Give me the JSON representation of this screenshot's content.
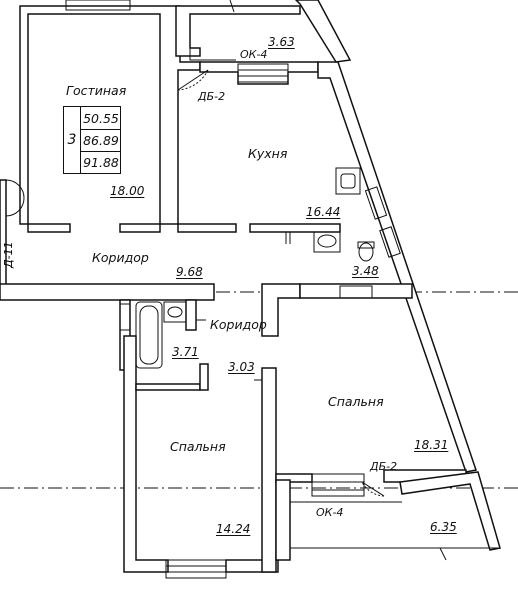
{
  "rooms": {
    "living_room": {
      "name": "Гостиная",
      "area": "18.00"
    },
    "kitchen": {
      "name": "Кухня",
      "area": "16.44"
    },
    "corridor_main": {
      "name": "Коридор",
      "area": "9.68"
    },
    "corridor_small": {
      "name": "Коридор"
    },
    "bathroom": {
      "area": "3.48"
    },
    "wc": {
      "area": "3.71"
    },
    "closet": {
      "area": "3.03"
    },
    "bedroom_1": {
      "name": "Спальня",
      "area": "14.24"
    },
    "bedroom_2": {
      "name": "Спальня",
      "area": "18.31"
    },
    "balcony_top": {
      "area": "3.63"
    },
    "balcony_bottom": {
      "area": "6.35"
    }
  },
  "summary": {
    "room_count": "3",
    "living_area": "50.55",
    "total_area": "86.89",
    "total_area_with_balcony": "91.88"
  },
  "tags": {
    "window_top": "ОК-4",
    "window_bottom": "ОК-4",
    "door_kitchen": "ДБ-2",
    "door_bedroom": "ДБ-2",
    "side_mark": "Д-11"
  }
}
